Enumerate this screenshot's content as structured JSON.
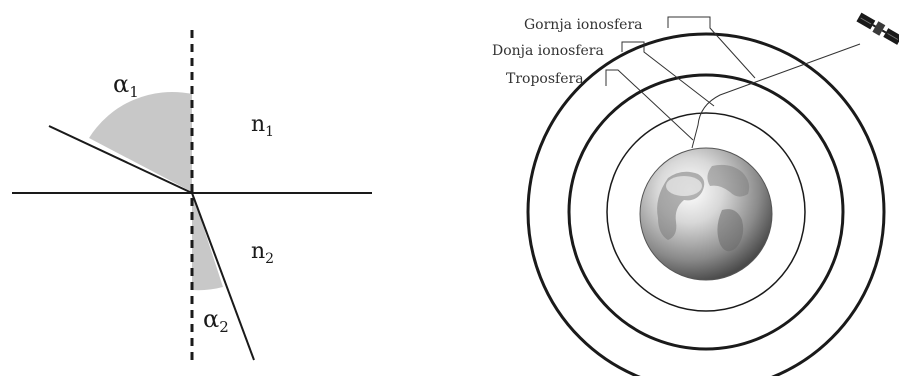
{
  "refraction": {
    "alpha1": {
      "symbol": "α",
      "sub": "1"
    },
    "alpha2": {
      "symbol": "α",
      "sub": "2"
    },
    "n1": {
      "symbol": "n",
      "sub": "1"
    },
    "n2": {
      "symbol": "n",
      "sub": "2"
    }
  },
  "atmosphere": {
    "layers": [
      {
        "label": "Gornja ionosfera"
      },
      {
        "label": "Donja ionosfera"
      },
      {
        "label": "Troposfera"
      }
    ]
  },
  "colors": {
    "line": "#1a1a1a",
    "angle_fill": "#c8c8c8"
  }
}
